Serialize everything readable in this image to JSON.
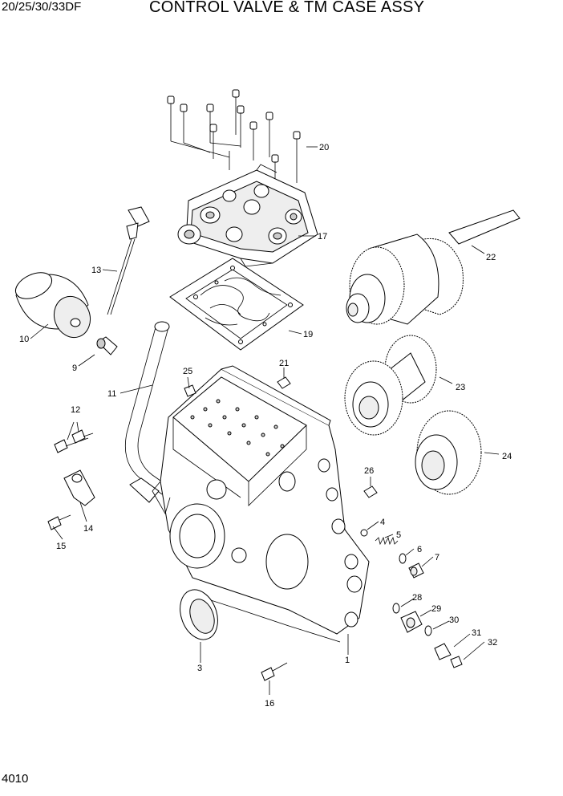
{
  "header": {
    "model": "20/25/30/33DF",
    "title": "CONTROL VALVE & TM CASE ASSY"
  },
  "footer": {
    "page_number": "4010"
  },
  "callouts": {
    "c1": "1",
    "c3": "3",
    "c4": "4",
    "c5": "5",
    "c6": "6",
    "c7": "7",
    "c9": "9",
    "c10": "10",
    "c11": "11",
    "c12": "12",
    "c13": "13",
    "c14": "14",
    "c15": "15",
    "c16": "16",
    "c17": "17",
    "c19": "19",
    "c20": "20",
    "c21": "21",
    "c22": "22",
    "c23": "23",
    "c24": "24",
    "c25": "25",
    "c26": "26",
    "c28": "28",
    "c29": "29",
    "c30": "30",
    "c31": "31",
    "c32": "32"
  }
}
